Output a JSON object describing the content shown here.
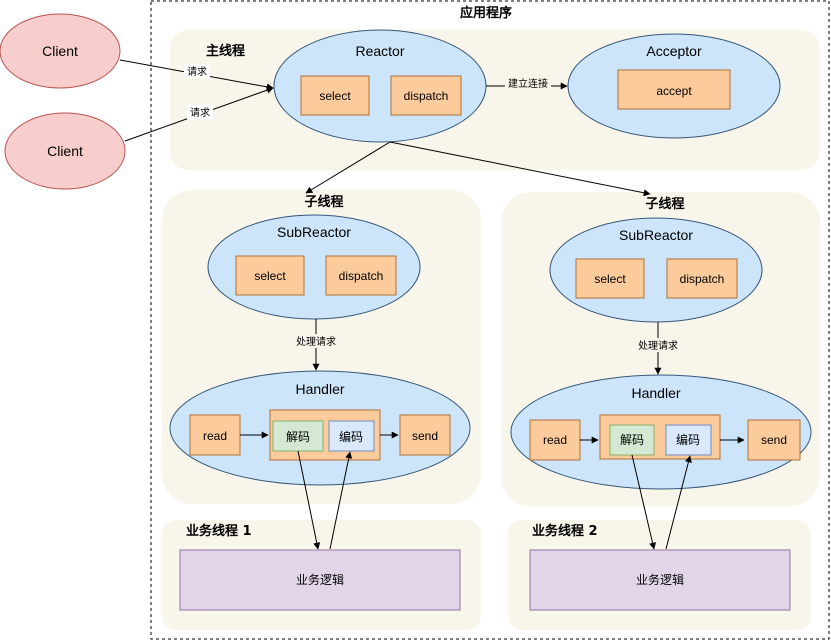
{
  "app_title": "应用程序",
  "clients": [
    {
      "label": "Client"
    },
    {
      "label": "Client"
    }
  ],
  "requests": [
    "请求",
    "请求"
  ],
  "main_thread": {
    "title": "主线程",
    "reactor": {
      "label": "Reactor",
      "select": "select",
      "dispatch": "dispatch"
    },
    "connect_label": "建立连接",
    "acceptor": {
      "label": "Acceptor",
      "accept": "accept"
    }
  },
  "sub_threads": [
    {
      "title": "子线程",
      "subreactor": {
        "label": "SubReactor",
        "select": "select",
        "dispatch": "dispatch"
      },
      "process_label": "处理请求",
      "handler": {
        "label": "Handler",
        "read": "read",
        "decode": "解码",
        "encode": "编码",
        "send": "send"
      },
      "biz_title": "业务线程 1",
      "biz_logic": "业务逻辑"
    },
    {
      "title": "子线程",
      "subreactor": {
        "label": "SubReactor",
        "select": "select",
        "dispatch": "dispatch"
      },
      "process_label": "处理请求",
      "handler": {
        "label": "Handler",
        "read": "read",
        "decode": "解码",
        "encode": "编码",
        "send": "send"
      },
      "biz_title": "业务线程 2",
      "biz_logic": "业务逻辑"
    }
  ],
  "colors": {
    "panel_bg": "#f8f5ea",
    "client_fill": "#f8cecc",
    "client_stroke": "#b85450",
    "ellipse_fill": "#cce5fa",
    "ellipse_stroke": "#36587c",
    "box_fill": "#fbcb9c",
    "box_stroke": "#b07030",
    "decode_fill": "#d5e8d4",
    "decode_stroke": "#82b366",
    "encode_fill": "#dae8fc",
    "encode_stroke": "#6c8ebf",
    "biz_fill": "#e1d5e7",
    "biz_stroke": "#9673a6"
  }
}
